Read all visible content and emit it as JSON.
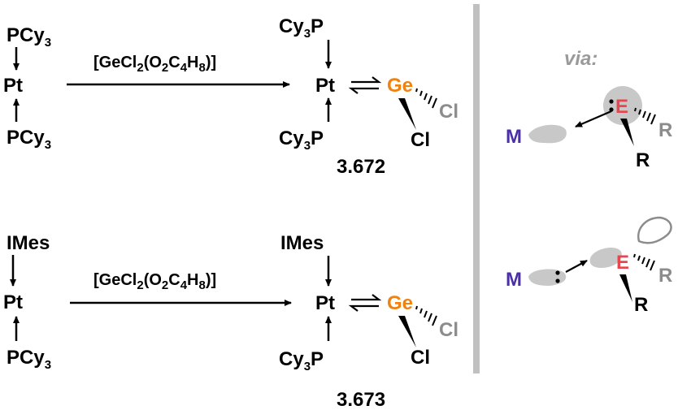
{
  "scheme_top": {
    "reactant": {
      "ligand_top": "PCy",
      "ligand_top_sub": "3",
      "metal": "Pt",
      "ligand_bottom": "PCy",
      "ligand_bottom_sub": "3"
    },
    "reagent": {
      "p1": "[GeCl",
      "s1": "2",
      "p2": "(O",
      "s2": "2",
      "p3": "C",
      "s3": "4",
      "p4": "H",
      "s4": "8",
      "p5": ")]"
    },
    "product": {
      "ligand_top": "Cy",
      "ligand_top_sub": "3",
      "ligand_top_p": "P",
      "metal": "Pt",
      "ge": "Ge",
      "cl_back": "Cl",
      "cl_front": "Cl",
      "ligand_bottom": "Cy",
      "ligand_bottom_sub": "3",
      "ligand_bottom_p": "P",
      "compound_number": "3.672"
    }
  },
  "scheme_bottom": {
    "reactant": {
      "ligand_top": "IMes",
      "metal": "Pt",
      "ligand_bottom": "PCy",
      "ligand_bottom_sub": "3"
    },
    "reagent": {
      "p1": "[GeCl",
      "s1": "2",
      "p2": "(O",
      "s2": "2",
      "p3": "C",
      "s3": "4",
      "p4": "H",
      "s4": "8",
      "p5": ")]"
    },
    "product": {
      "ligand_top": "IMes",
      "metal": "Pt",
      "ge": "Ge",
      "cl_back": "Cl",
      "cl_front": "Cl",
      "ligand_bottom": "Cy",
      "ligand_bottom_sub": "3",
      "ligand_bottom_p": "P",
      "compound_number": "3.673"
    }
  },
  "via_panel": {
    "label": "via:",
    "top": {
      "metal": "M",
      "element": "E",
      "r_back": "R",
      "r_front": "R"
    },
    "bottom": {
      "metal": "M",
      "element": "E",
      "r_back": "R",
      "r_front": "R"
    }
  },
  "colors": {
    "germanium": "#f0820f",
    "metal_label": "#4a2fa8",
    "element_label": "#e8454d",
    "grey_label": "#8c8c8c",
    "lobe": "#c8c8c8",
    "divider": "#c0c0c0"
  }
}
